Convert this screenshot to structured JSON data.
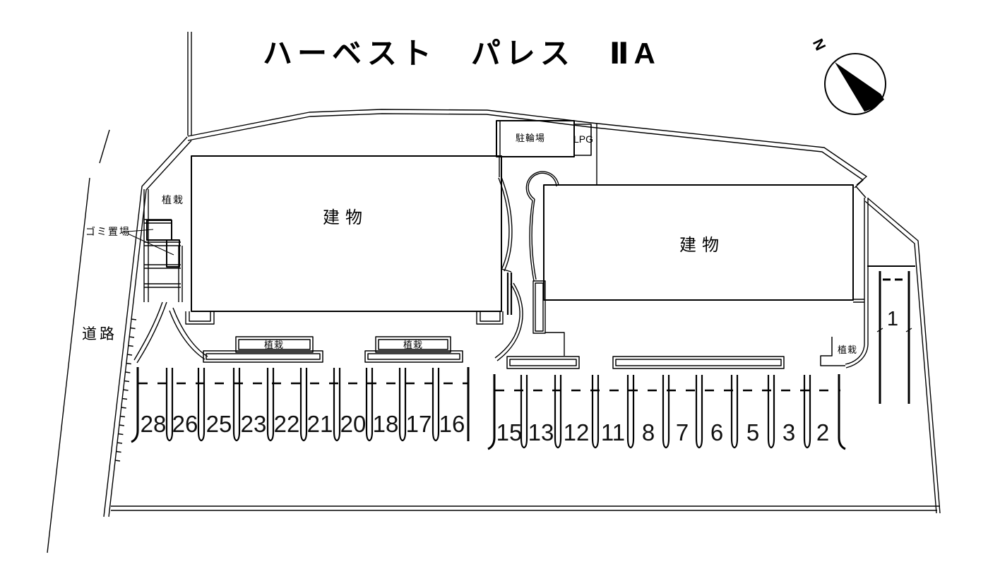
{
  "title": "ハーベスト　パレス　ⅡA",
  "compass": {
    "north_label": "N"
  },
  "site": {
    "road_label": "道路",
    "garbage_label": "ゴミ置場",
    "bicycle_label": "駐輪場",
    "lpg_label": "LPG",
    "building_left_label": "建物",
    "building_right_label": "建物",
    "planting": [
      "植栽",
      "植栽",
      "植栽",
      "植栽"
    ]
  },
  "parking": {
    "left_row": [
      "28",
      "26",
      "25",
      "23",
      "22",
      "21",
      "20",
      "18",
      "17",
      "16"
    ],
    "right_row": [
      "15",
      "13",
      "12",
      "11",
      "8",
      "7",
      "6",
      "5",
      "3",
      "2"
    ],
    "side_stall": "1"
  },
  "colors": {
    "line": "#000000",
    "background": "#ffffff"
  }
}
